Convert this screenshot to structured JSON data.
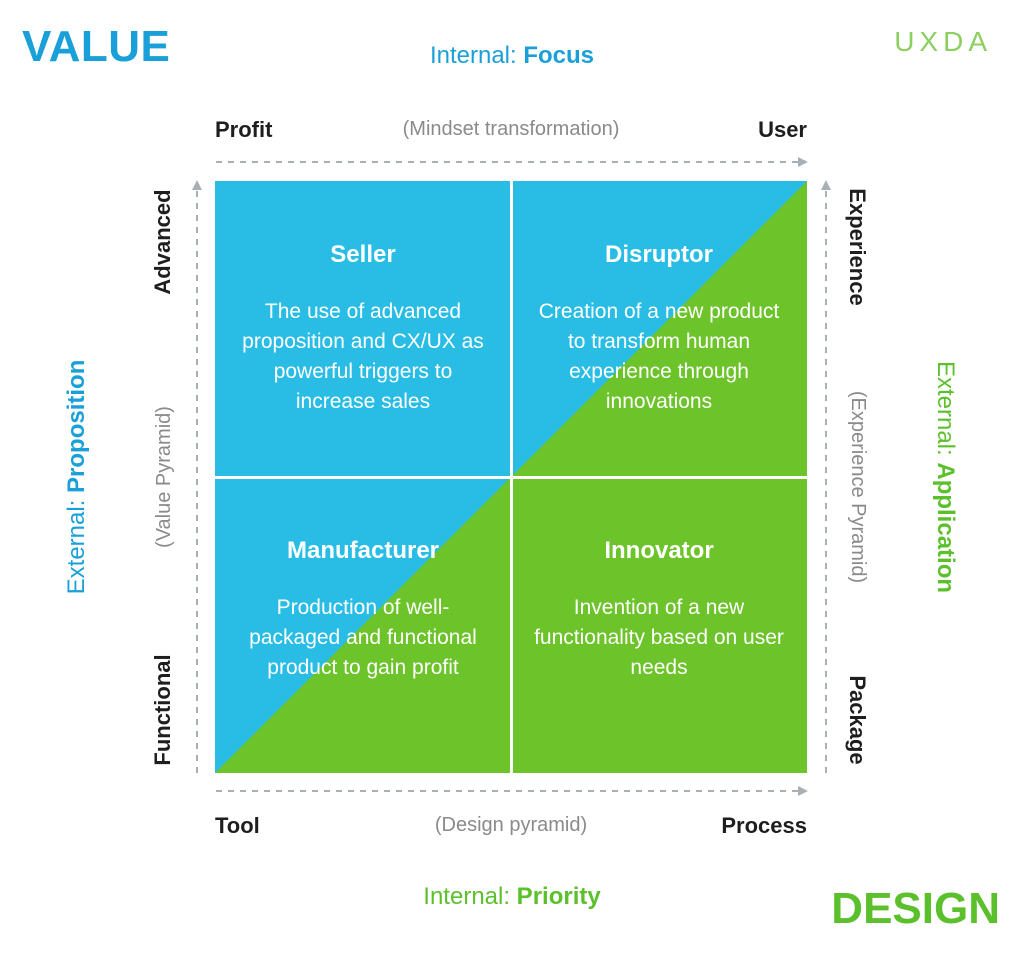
{
  "corners": {
    "value": "VALUE",
    "design": "DESIGN",
    "logo": "UXDA"
  },
  "axes": {
    "top": {
      "prefix": "Internal: ",
      "emphasis": "Focus"
    },
    "bottom": {
      "prefix": "Internal: ",
      "emphasis": "Priority"
    },
    "left": {
      "prefix": "External: ",
      "emphasis": "Proposition"
    },
    "right": {
      "prefix": "External: ",
      "emphasis": "Application"
    }
  },
  "edges": {
    "top": {
      "start": "Profit",
      "middle": "(Mindset transformation)",
      "end": "User"
    },
    "bottom": {
      "start": "Tool",
      "middle": "(Design pyramid)",
      "end": "Process"
    },
    "left": {
      "top": "Advanced",
      "middle": "(Value Pyramid)",
      "bottom": "Functional"
    },
    "right": {
      "top": "Experience",
      "middle": "(Experience Pyramid)",
      "bottom": "Package"
    }
  },
  "quadrants": [
    {
      "title": "Seller",
      "description": "The use of advanced proposition and CX/UX as powerful triggers to increase sales"
    },
    {
      "title": "Disruptor",
      "description": "Creation of a new product to transform human experience through innovations"
    },
    {
      "title": "Manufacturer",
      "description": "Production of well-packaged and functional product to gain profit"
    },
    {
      "title": "Innovator",
      "description": "Invention of a new functionality based on user needs"
    }
  ],
  "colors": {
    "value_blue": "#29bde6",
    "design_green": "#6cc32a",
    "arrow_gray": "#a9b0b5"
  }
}
